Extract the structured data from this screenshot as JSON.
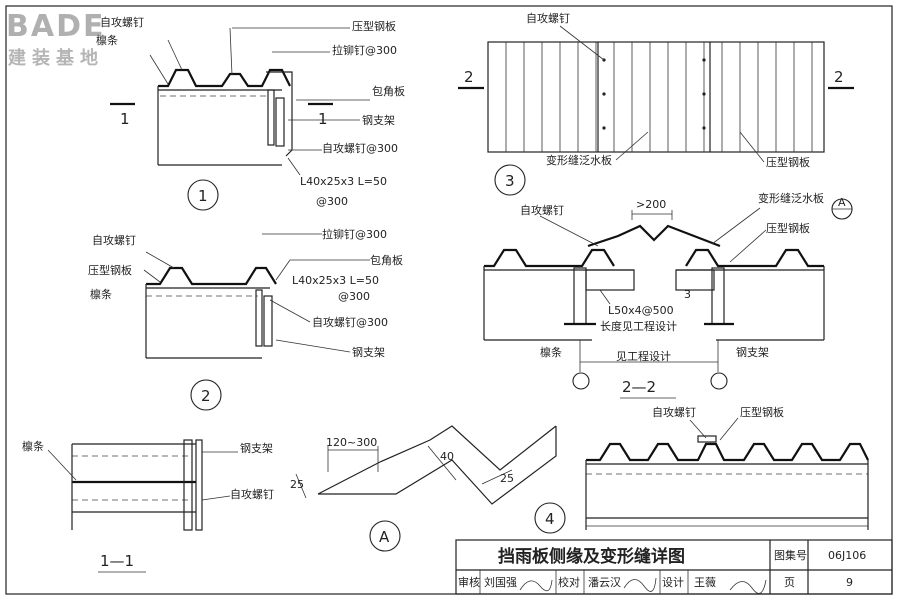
{
  "watermark": {
    "brand": "BADE",
    "sub": "建装基地"
  },
  "labels": {
    "self_tapping_screw": "自攻螺钉",
    "pressed_steel_plate": "压型钢板",
    "rivet_300": "拉铆钉@300",
    "corner_plate": "包角板",
    "steel_bracket": "钢支架",
    "self_tapping_screw_300": "自攻螺钉@300",
    "angle_spec": "L40x25x3  L=50",
    "angle_spacing": "@300",
    "purlin": "檩条",
    "expansion_flashing": "变形缝泛水板",
    "angle_l50": "L50x4@500",
    "length_note": "长度见工程设计",
    "see_design": "见工程设计",
    "dim_200": ">200",
    "dim_120_300": "120~300",
    "dim_40": "40",
    "dim_25a": "25",
    "dim_25b": "25",
    "slope_3": "3",
    "section_1": "1",
    "section_2": "2",
    "section_1_1": "1—1",
    "section_2_2": "2—2",
    "detail_a": "A"
  },
  "details": {
    "d1": "1",
    "d2": "2",
    "d3": "3",
    "d4": "4",
    "dA": "A"
  },
  "title_block": {
    "title": "挡雨板侧缘及变形缝详图",
    "atlas_label": "图集号",
    "atlas_no": "06J106",
    "page_label": "页",
    "page_no": "9",
    "review_label": "审核",
    "reviewer": "刘国强",
    "check_label": "校对",
    "checker": "潘云汉",
    "design_label": "设计",
    "designer": "王薇"
  }
}
